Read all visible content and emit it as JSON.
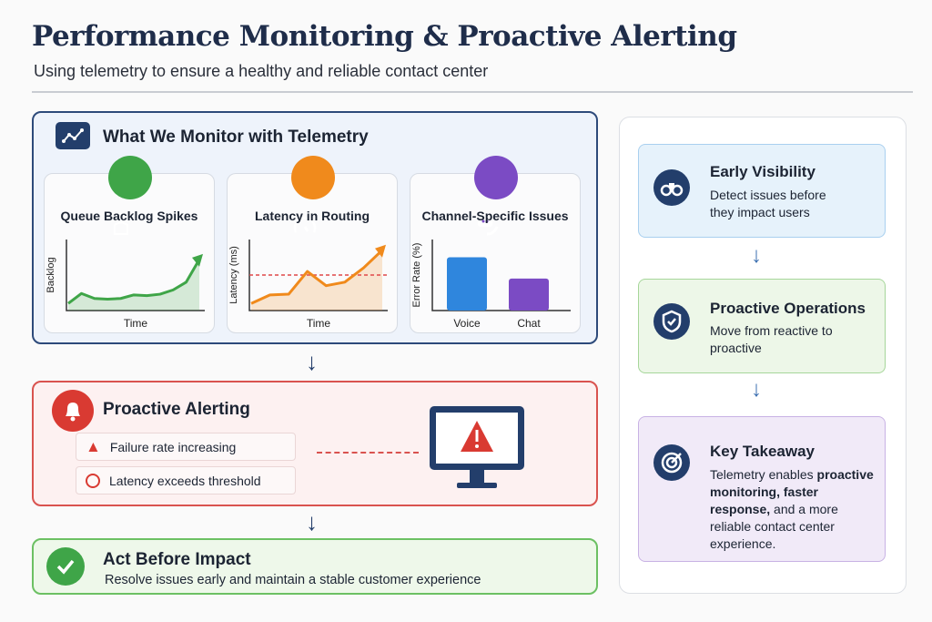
{
  "header": {
    "title": "Performance Monitoring & Proactive Alerting",
    "subtitle": "Using telemetry to ensure a healthy and reliable contact center"
  },
  "monitor": {
    "title": "What We Monitor with Telemetry",
    "cards": [
      {
        "title": "Queue Backlog Spikes",
        "xlabel": "Time",
        "ylabel": "Backlog",
        "color": "#3fa548"
      },
      {
        "title": "Latency in Routing",
        "xlabel": "Time",
        "ylabel": "Latency (ms)",
        "color": "#f08a1c"
      },
      {
        "title": "Channel-Specific Issues",
        "ylabel": "Error Rate (%)",
        "categories": [
          "Voice",
          "Chat"
        ],
        "color": "#7b4bc4"
      }
    ]
  },
  "chart_data": [
    {
      "type": "area",
      "title": "Queue Backlog Spikes",
      "xlabel": "Time",
      "ylabel": "Backlog",
      "x": [
        0,
        1,
        2,
        3,
        4,
        5,
        6,
        7,
        8,
        9,
        10
      ],
      "values": [
        10,
        24,
        17,
        16,
        17,
        22,
        21,
        23,
        29,
        40,
        72
      ]
    },
    {
      "type": "area",
      "title": "Latency in Routing",
      "xlabel": "Time",
      "ylabel": "Latency (ms)",
      "x": [
        0,
        1,
        2,
        3,
        4,
        5,
        6,
        7
      ],
      "values": [
        10,
        22,
        23,
        55,
        35,
        40,
        60,
        85
      ],
      "threshold": 50
    },
    {
      "type": "bar",
      "title": "Channel-Specific Issues",
      "ylabel": "Error Rate (%)",
      "categories": [
        "Voice",
        "Chat"
      ],
      "values": [
        75,
        45
      ],
      "colors": [
        "#2f86dd",
        "#7b4bc4"
      ]
    }
  ],
  "alert": {
    "title": "Proactive Alerting",
    "items": [
      "Failure rate increasing",
      "Latency exceeds threshold"
    ]
  },
  "act": {
    "title": "Act Before Impact",
    "subtitle": "Resolve issues early and maintain a stable customer experience"
  },
  "right": {
    "cards": [
      {
        "title": "Early Visibility",
        "text": "Detect issues before they impact users"
      },
      {
        "title": "Proactive Operations",
        "text": "Move from reactive to proactive"
      },
      {
        "title": "Key Takeaway",
        "text_pre": "Telemetry enables ",
        "bold": "proactive monitoring, faster response,",
        "text_post": " and a more reliable contact center experience."
      }
    ]
  }
}
